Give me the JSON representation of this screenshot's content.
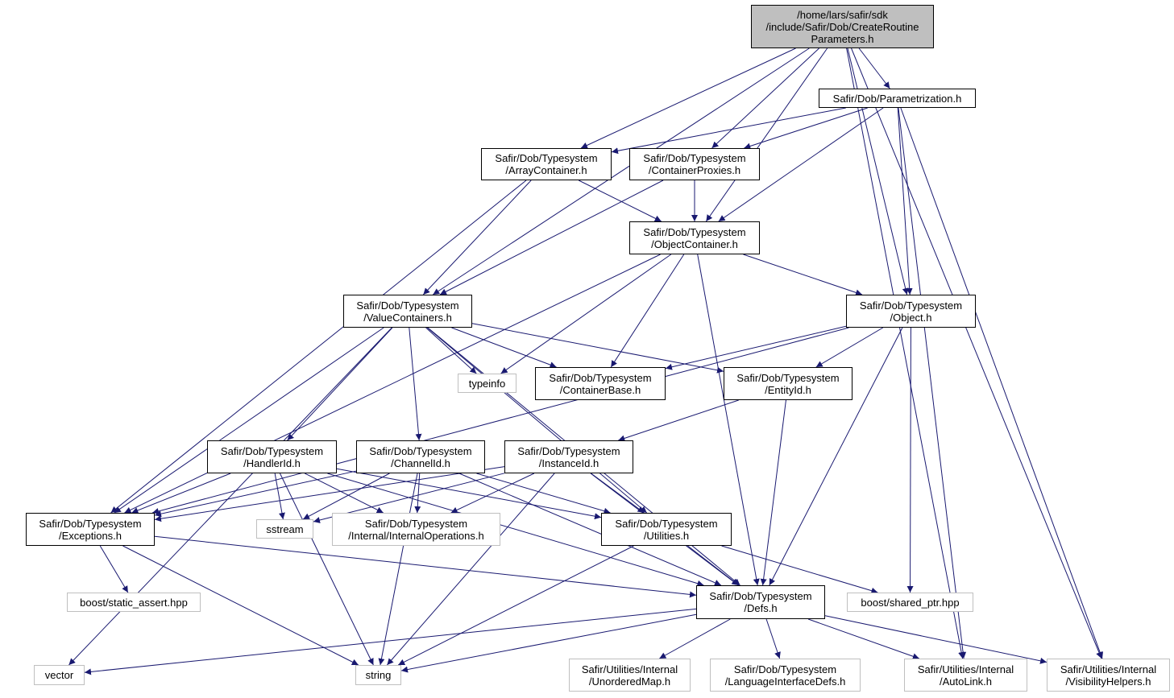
{
  "colors": {
    "edge": "#191970",
    "root_fill": "#bfbfbf",
    "internal_border": "#000000",
    "external_border": "#bfbfbf"
  },
  "nodes": {
    "root": {
      "lines": [
        "/home/lars/safir/sdk",
        "/include/Safir/Dob/CreateRoutine",
        "Parameters.h"
      ],
      "kind": "root"
    },
    "parametrization": {
      "lines": [
        "Safir/Dob/Parametrization.h"
      ],
      "kind": "internal"
    },
    "array_container": {
      "lines": [
        "Safir/Dob/Typesystem",
        "/ArrayContainer.h"
      ],
      "kind": "internal"
    },
    "container_proxies": {
      "lines": [
        "Safir/Dob/Typesystem",
        "/ContainerProxies.h"
      ],
      "kind": "internal"
    },
    "object_container": {
      "lines": [
        "Safir/Dob/Typesystem",
        "/ObjectContainer.h"
      ],
      "kind": "internal"
    },
    "value_containers": {
      "lines": [
        "Safir/Dob/Typesystem",
        "/ValueContainers.h"
      ],
      "kind": "internal"
    },
    "object": {
      "lines": [
        "Safir/Dob/Typesystem",
        "/Object.h"
      ],
      "kind": "internal"
    },
    "typeinfo": {
      "lines": [
        "typeinfo"
      ],
      "kind": "external"
    },
    "container_base": {
      "lines": [
        "Safir/Dob/Typesystem",
        "/ContainerBase.h"
      ],
      "kind": "internal"
    },
    "entity_id": {
      "lines": [
        "Safir/Dob/Typesystem",
        "/EntityId.h"
      ],
      "kind": "internal"
    },
    "handler_id": {
      "lines": [
        "Safir/Dob/Typesystem",
        "/HandlerId.h"
      ],
      "kind": "internal"
    },
    "channel_id": {
      "lines": [
        "Safir/Dob/Typesystem",
        "/ChannelId.h"
      ],
      "kind": "internal"
    },
    "instance_id": {
      "lines": [
        "Safir/Dob/Typesystem",
        "/InstanceId.h"
      ],
      "kind": "internal"
    },
    "exceptions": {
      "lines": [
        "Safir/Dob/Typesystem",
        "/Exceptions.h"
      ],
      "kind": "internal"
    },
    "sstream": {
      "lines": [
        "sstream"
      ],
      "kind": "external"
    },
    "internal_operations": {
      "lines": [
        "Safir/Dob/Typesystem",
        "/Internal/InternalOperations.h"
      ],
      "kind": "external"
    },
    "utilities": {
      "lines": [
        "Safir/Dob/Typesystem",
        "/Utilities.h"
      ],
      "kind": "internal"
    },
    "static_assert": {
      "lines": [
        "boost/static_assert.hpp"
      ],
      "kind": "external"
    },
    "defs": {
      "lines": [
        "Safir/Dob/Typesystem",
        "/Defs.h"
      ],
      "kind": "internal"
    },
    "shared_ptr": {
      "lines": [
        "boost/shared_ptr.hpp"
      ],
      "kind": "external"
    },
    "vector": {
      "lines": [
        "vector"
      ],
      "kind": "external"
    },
    "string": {
      "lines": [
        "string"
      ],
      "kind": "external"
    },
    "unordered_map": {
      "lines": [
        "Safir/Utilities/Internal",
        "/UnorderedMap.h"
      ],
      "kind": "external"
    },
    "language_interface_defs": {
      "lines": [
        "Safir/Dob/Typesystem",
        "/LanguageInterfaceDefs.h"
      ],
      "kind": "external"
    },
    "auto_link": {
      "lines": [
        "Safir/Utilities/Internal",
        "/AutoLink.h"
      ],
      "kind": "external"
    },
    "visibility_helpers": {
      "lines": [
        "Safir/Utilities/Internal",
        "/VisibilityHelpers.h"
      ],
      "kind": "external"
    }
  },
  "edges": [
    [
      "root",
      "parametrization"
    ],
    [
      "root",
      "array_container"
    ],
    [
      "root",
      "container_proxies"
    ],
    [
      "root",
      "object_container"
    ],
    [
      "root",
      "value_containers"
    ],
    [
      "root",
      "object"
    ],
    [
      "root",
      "auto_link"
    ],
    [
      "root",
      "visibility_helpers"
    ],
    [
      "parametrization",
      "array_container"
    ],
    [
      "parametrization",
      "container_proxies"
    ],
    [
      "parametrization",
      "object_container"
    ],
    [
      "parametrization",
      "object"
    ],
    [
      "parametrization",
      "auto_link"
    ],
    [
      "parametrization",
      "visibility_helpers"
    ],
    [
      "array_container",
      "object_container"
    ],
    [
      "array_container",
      "value_containers"
    ],
    [
      "array_container",
      "exceptions"
    ],
    [
      "container_proxies",
      "object_container"
    ],
    [
      "container_proxies",
      "value_containers"
    ],
    [
      "object_container",
      "exceptions"
    ],
    [
      "object_container",
      "typeinfo"
    ],
    [
      "object_container",
      "container_base"
    ],
    [
      "object_container",
      "object"
    ],
    [
      "object_container",
      "defs"
    ],
    [
      "value_containers",
      "typeinfo"
    ],
    [
      "value_containers",
      "container_base"
    ],
    [
      "value_containers",
      "entity_id"
    ],
    [
      "value_containers",
      "handler_id"
    ],
    [
      "value_containers",
      "channel_id"
    ],
    [
      "value_containers",
      "exceptions"
    ],
    [
      "value_containers",
      "vector"
    ],
    [
      "value_containers",
      "utilities"
    ],
    [
      "value_containers",
      "defs"
    ],
    [
      "object",
      "container_base"
    ],
    [
      "object",
      "entity_id"
    ],
    [
      "object",
      "exceptions"
    ],
    [
      "object",
      "defs"
    ],
    [
      "object",
      "shared_ptr"
    ],
    [
      "entity_id",
      "instance_id"
    ],
    [
      "entity_id",
      "defs"
    ],
    [
      "handler_id",
      "exceptions"
    ],
    [
      "handler_id",
      "sstream"
    ],
    [
      "handler_id",
      "internal_operations"
    ],
    [
      "handler_id",
      "utilities"
    ],
    [
      "handler_id",
      "defs"
    ],
    [
      "handler_id",
      "string"
    ],
    [
      "channel_id",
      "exceptions"
    ],
    [
      "channel_id",
      "sstream"
    ],
    [
      "channel_id",
      "internal_operations"
    ],
    [
      "channel_id",
      "utilities"
    ],
    [
      "channel_id",
      "defs"
    ],
    [
      "channel_id",
      "string"
    ],
    [
      "instance_id",
      "exceptions"
    ],
    [
      "instance_id",
      "sstream"
    ],
    [
      "instance_id",
      "internal_operations"
    ],
    [
      "instance_id",
      "utilities"
    ],
    [
      "instance_id",
      "defs"
    ],
    [
      "instance_id",
      "string"
    ],
    [
      "exceptions",
      "static_assert"
    ],
    [
      "exceptions",
      "defs"
    ],
    [
      "exceptions",
      "string"
    ],
    [
      "utilities",
      "defs"
    ],
    [
      "utilities",
      "shared_ptr"
    ],
    [
      "utilities",
      "string"
    ],
    [
      "defs",
      "vector"
    ],
    [
      "defs",
      "string"
    ],
    [
      "defs",
      "unordered_map"
    ],
    [
      "defs",
      "language_interface_defs"
    ],
    [
      "defs",
      "auto_link"
    ],
    [
      "defs",
      "visibility_helpers"
    ]
  ]
}
